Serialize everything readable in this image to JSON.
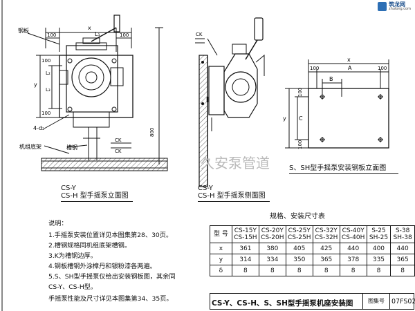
{
  "front_view": {
    "title_line1": "CS-Y",
    "title_line2": "CS-H 型手摇泵立面图",
    "labels": {
      "steel_plate": "钢板",
      "channel": "槽钢",
      "base_frame": "机组底架",
      "holes": "4-d₂",
      "section": "CK"
    },
    "dims": {
      "x": "x",
      "l1": "L₁",
      "y": "y",
      "l2": "L₂",
      "l3": "L₃",
      "d100": "100",
      "d800": "800"
    }
  },
  "side_view": {
    "title_line1": "CS-Y",
    "title_line2": "CS-H 型手摇泵侧面图",
    "section_label": "CK"
  },
  "plate_view": {
    "title": "S、SH型手摇泵安装钢板立面图",
    "dims": {
      "x": "x",
      "a": "A",
      "b": "B",
      "y": "y",
      "c": "C",
      "d100": "100"
    }
  },
  "watermark": {
    "text1": "久安",
    "text2": "泵管道"
  },
  "logo": {
    "brand": "筑龙网",
    "url": "zhulong.com"
  },
  "notes": {
    "heading": "说明：",
    "items": [
      "1.手摇泵安装位置详见本图集第28、30页。",
      "2.槽钢规格同机组底架槽钢。",
      "3.K为槽钢边厚。",
      "4.钢板槽钢外涂樟丹和银粉漆各两遍。",
      "5.S、SH型手摇泵仅给出安装钢板图，其余同",
      "CS-Y、CS-H型。",
      "手摇泵性能及尺寸详见本图集第34、35页。"
    ]
  },
  "table": {
    "caption": "规格、安装尺寸表",
    "type_header": "型 号",
    "columns": [
      {
        "top": "CS-15Y",
        "bottom": "CS-15H"
      },
      {
        "top": "CS-20Y",
        "bottom": "CS-20H"
      },
      {
        "top": "CS-25Y",
        "bottom": "CS-25H"
      },
      {
        "top": "CS-32Y",
        "bottom": "CS-32H"
      },
      {
        "top": "CS-40Y",
        "bottom": "CS-40H"
      },
      {
        "top": "S-25",
        "bottom": "SH-25"
      },
      {
        "top": "S-38",
        "bottom": "SH-38"
      }
    ],
    "rows": [
      {
        "label": "x",
        "values": [
          "361",
          "380",
          "405",
          "425",
          "440",
          "400",
          "440"
        ]
      },
      {
        "label": "y",
        "values": [
          "314",
          "334",
          "350",
          "365",
          "378",
          "335",
          "365"
        ]
      },
      {
        "label": "δ",
        "values": [
          "8",
          "8",
          "8",
          "8",
          "8",
          "8",
          "8"
        ]
      }
    ]
  },
  "title_block": {
    "drawing_name": "CS-Y、CS-H、S、SH型手摇泵机座安装图",
    "atlas_label": "图集号",
    "atlas_number": "07FS02"
  }
}
